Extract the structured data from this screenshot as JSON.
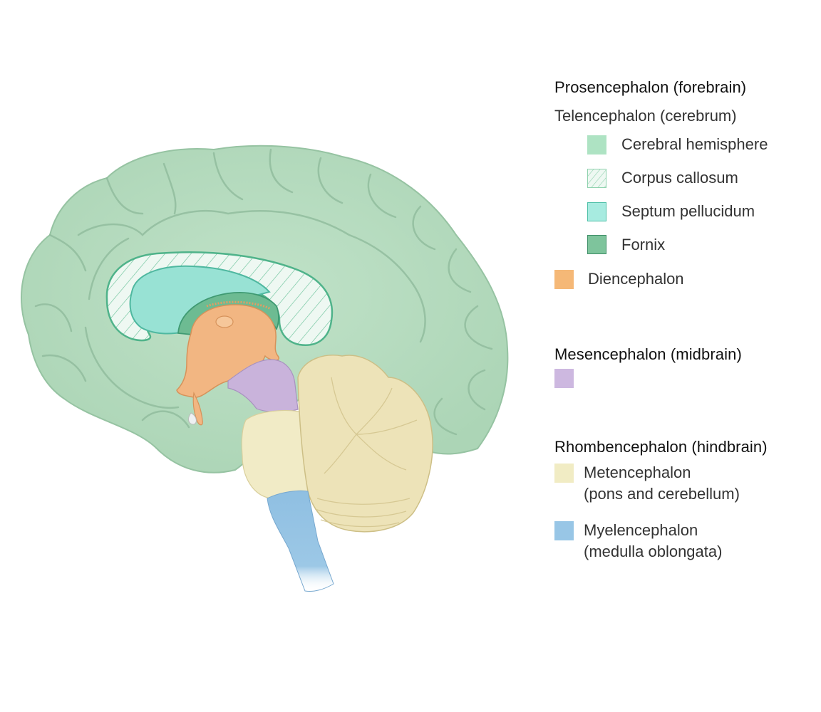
{
  "legend": {
    "groups": [
      {
        "heading": "Prosencephalon (forebrain)",
        "subheading": "Telencephalon (cerebrum)",
        "items": [
          {
            "label": "Cerebral hemisphere",
            "color": "#aee3c3",
            "pattern": "solid"
          },
          {
            "label": "Corpus callosum",
            "color": "#aee3c3",
            "pattern": "hatched"
          },
          {
            "label": "Septum pellucidum",
            "color": "#a7ebe0",
            "pattern": "solid-outlined"
          },
          {
            "label": "Fornix",
            "color": "#7ec49c",
            "pattern": "solid-outlined"
          },
          {
            "label": "Diencephalon",
            "color": "#f5b877",
            "pattern": "solid"
          }
        ]
      },
      {
        "heading": "Mesencephalon (midbrain)",
        "items": [
          {
            "label": "",
            "color": "#cdb8e0",
            "pattern": "solid"
          }
        ]
      },
      {
        "heading": "Rhombencephalon (hindbrain)",
        "items": [
          {
            "label_line1": "Metencephalon",
            "label_line2": "(pons and cerebellum)",
            "color": "#f1ecc4",
            "pattern": "solid"
          },
          {
            "label_line1": "Myelencephalon",
            "label_line2": "(medulla oblongata)",
            "color": "#98c6e6",
            "pattern": "solid"
          }
        ]
      }
    ]
  },
  "illustration": {
    "subject": "Midsagittal section of the human brain",
    "colors": {
      "cerebrum": "#b7dcc0",
      "cerebrum_shadow": "#8fbf9e",
      "corpus_callosum_fill": "#eef8f2",
      "corpus_callosum_stroke": "#4fb38a",
      "septum": "#98e2d4",
      "fornix": "#6dbb92",
      "diencephalon": "#f2b682",
      "midbrain": "#c9b3db",
      "pons": "#f1ebc6",
      "cerebellum": "#ede3b8",
      "medulla": "#8fbfe2"
    }
  }
}
